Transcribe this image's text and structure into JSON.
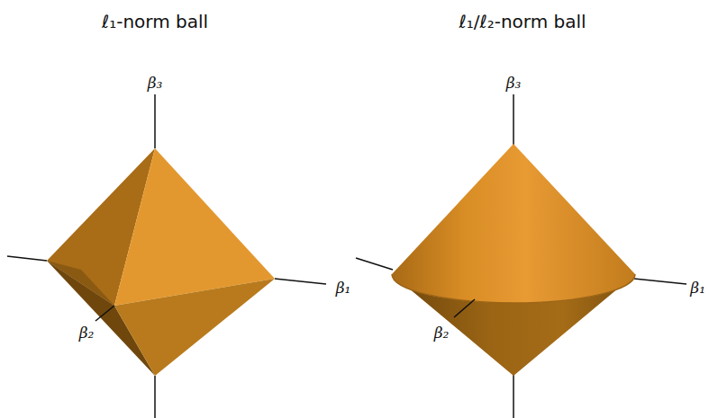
{
  "diagram": {
    "labels": [
      "ℓ₁-norm ball",
      "ℓ₁/ℓ₂-norm ball",
      "β₃",
      "β₁",
      "β₂",
      "β₃",
      "β₁",
      "β₂"
    ]
  }
}
